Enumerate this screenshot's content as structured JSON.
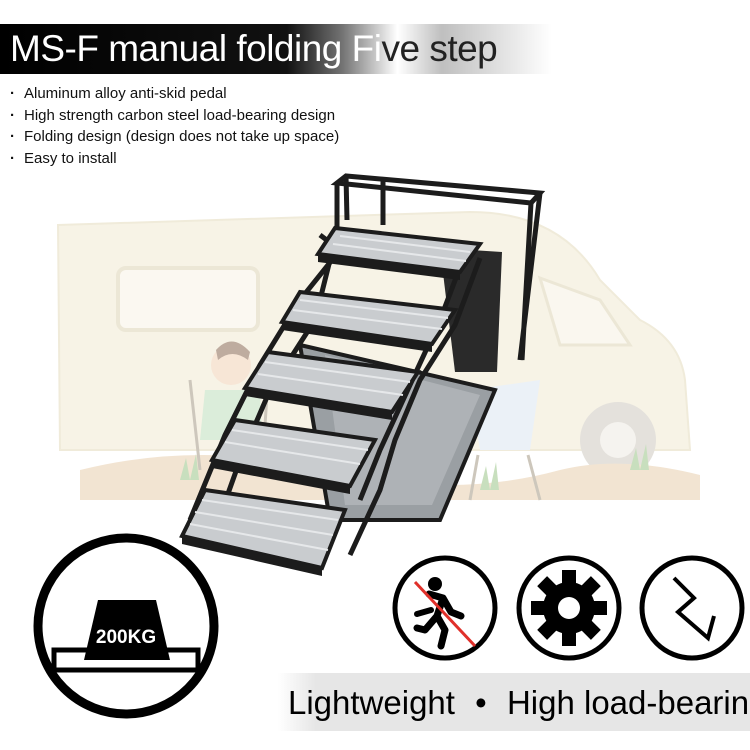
{
  "title": {
    "main": "MS-F manual folding Fi",
    "faded": "ve step"
  },
  "features": [
    "Aluminum alloy anti-skid pedal",
    "High strength carbon steel load-bearing design",
    "Folding design (design does not take up space)",
    "Easy to install"
  ],
  "load_badge": {
    "label": "200KG",
    "icon": "weight-icon"
  },
  "feature_icons": [
    "anti-slip-icon",
    "gear-icon",
    "folding-icon"
  ],
  "tagline": {
    "left": "Lightweight",
    "separator": "•",
    "right": "High load-bearing"
  },
  "colors": {
    "frame": "#1c1c1c",
    "tread": "#c9cccf",
    "background_scene": "#f3ecd6",
    "slip_line": "#e0302a"
  }
}
